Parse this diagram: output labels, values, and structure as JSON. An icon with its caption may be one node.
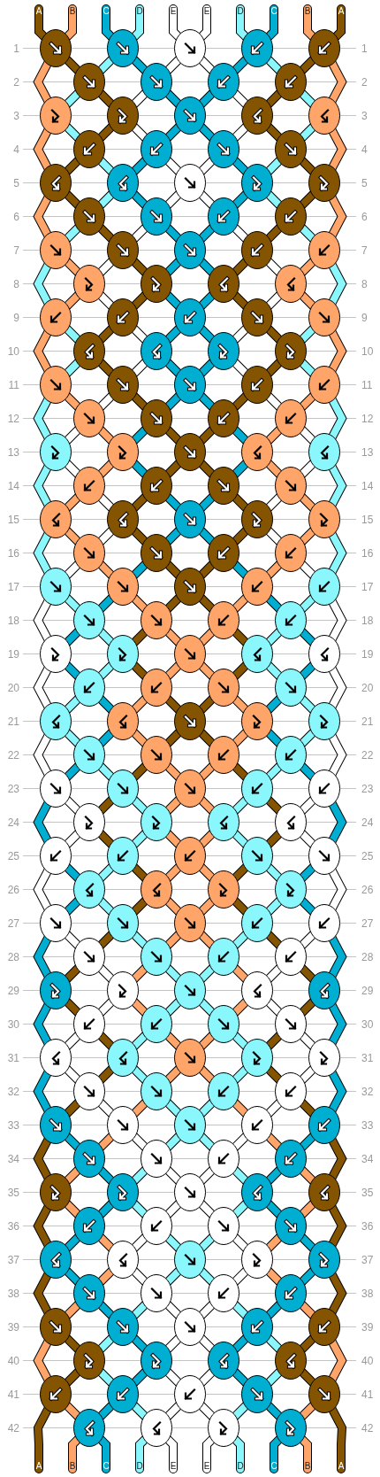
{
  "diagram": {
    "labels": [
      "A",
      "B",
      "C",
      "D",
      "E",
      "E",
      "D",
      "C",
      "B",
      "A",
      "1",
      "1",
      "2",
      "2",
      "3",
      "3",
      "4",
      "4",
      "5",
      "5",
      "6",
      "6",
      "7",
      "7",
      "8",
      "8",
      "9",
      "9",
      "10",
      "10",
      "11",
      "11",
      "12",
      "12",
      "13",
      "13",
      "14",
      "14",
      "15",
      "15",
      "16",
      "16",
      "17",
      "17",
      "18",
      "18",
      "19",
      "19",
      "20",
      "20",
      "21",
      "21",
      "22",
      "22",
      "23",
      "23",
      "24",
      "24",
      "25",
      "25",
      "26",
      "26",
      "27",
      "27",
      "28",
      "28",
      "29",
      "29",
      "30",
      "30",
      "31",
      "31",
      "32",
      "32",
      "33",
      "33",
      "34",
      "34",
      "35",
      "35",
      "36",
      "36",
      "37",
      "37",
      "38",
      "38",
      "39",
      "39",
      "40",
      "40",
      "41",
      "41",
      "42",
      "42",
      "A",
      "B",
      "C",
      "D",
      "E",
      "E",
      "D",
      "C",
      "B",
      "A"
    ]
  }
}
